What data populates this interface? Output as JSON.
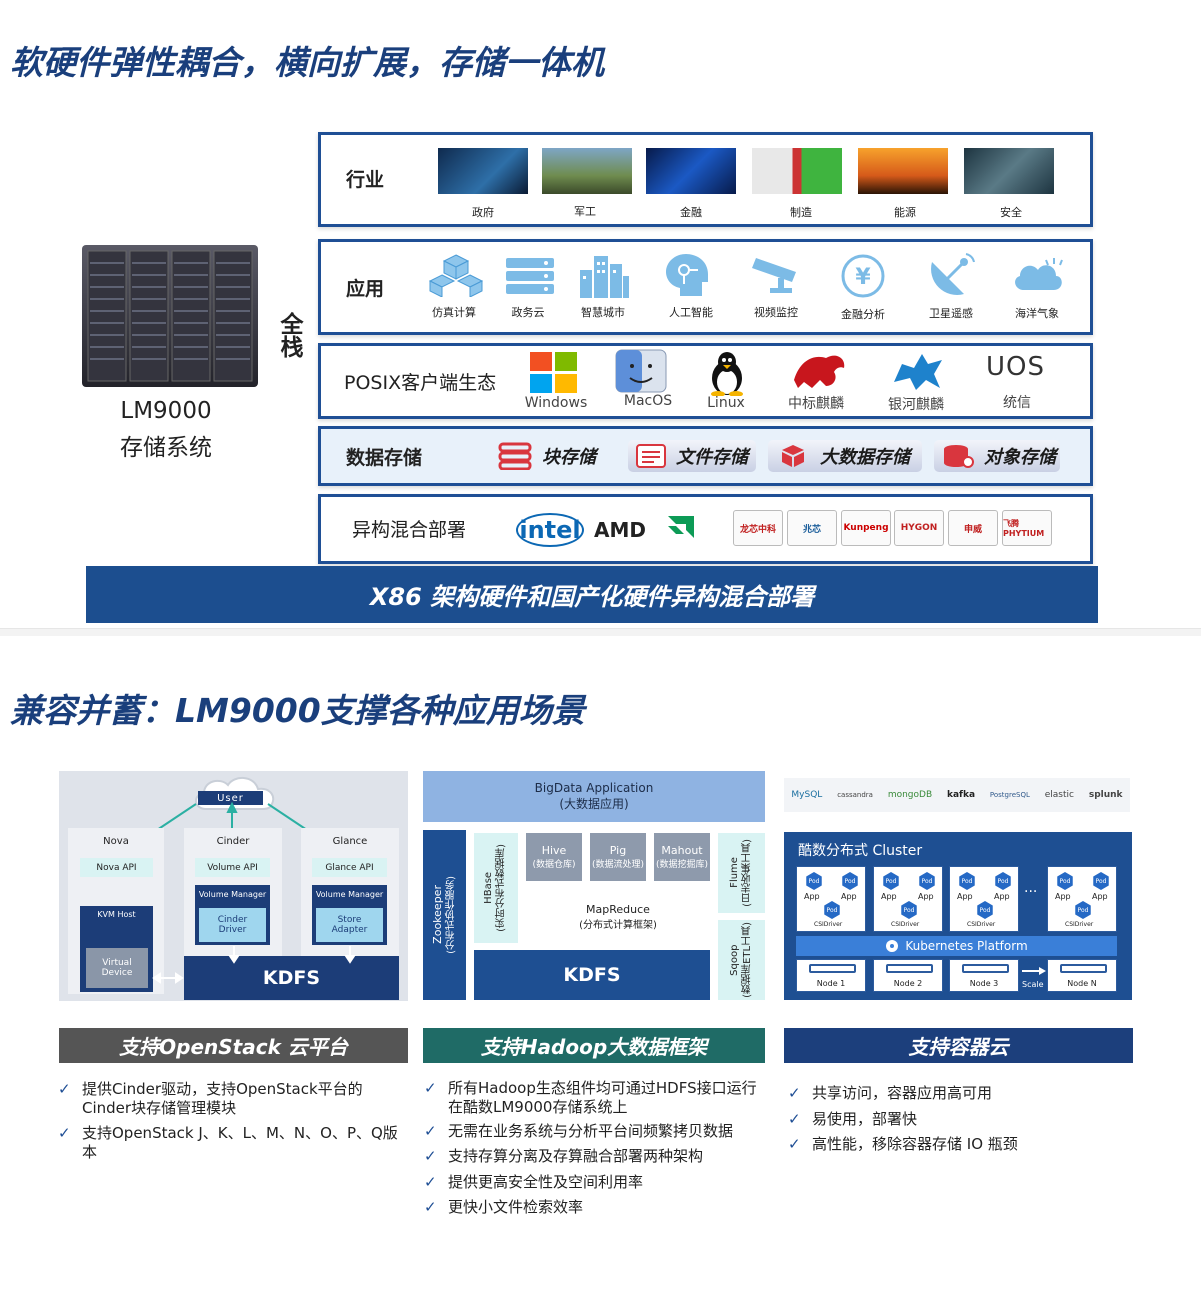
{
  "top": {
    "title": "软硬件弹性耦合，横向扩展，存储一体机",
    "server": {
      "name": "LM9000",
      "sub": "存储系统",
      "fullstack": "全栈"
    },
    "layers": {
      "industry": {
        "label": "行业",
        "items": [
          "政府",
          "军工",
          "金融",
          "制造",
          "能源",
          "安全"
        ]
      },
      "apps": {
        "label": "应用",
        "items": [
          "仿真计算",
          "政务云",
          "智慧城市",
          "人工智能",
          "视频监控",
          "金融分析",
          "卫星遥感",
          "海洋气象"
        ]
      },
      "posix": {
        "label": "POSIX客户端生态",
        "items": [
          "Windows",
          "MacOS",
          "Linux",
          "中标麒麟",
          "银河麒麟",
          "统信"
        ],
        "uos_logo": "UOS"
      },
      "storage": {
        "label": "数据存储",
        "items": [
          "块存储",
          "文件存储",
          "大数据存储",
          "对象存储"
        ]
      },
      "hetero": {
        "label": "异构混合部署",
        "intel": "intel",
        "amd": "AMD",
        "vendors": [
          "龙芯中科",
          "兆芯",
          "Kunpeng",
          "HYGON",
          "申威",
          "飞腾 PHYTIUM"
        ]
      }
    },
    "bottom_bar": "X86 架构硬件和国产化硬件异构混合部署"
  },
  "bottom": {
    "title": "兼容并蓄：LM9000支撑各种应用场景",
    "openstack": {
      "user": "User",
      "columns": [
        {
          "name": "Nova",
          "api": "Nova API",
          "sub": "KVM Host",
          "inner": "Virtual Device"
        },
        {
          "name": "Cinder",
          "api": "Volume API",
          "sub": "Volume Manager",
          "inner": "Cinder Driver"
        },
        {
          "name": "Glance",
          "api": "Glance API",
          "sub": "Volume Manager",
          "inner": "Store Adapter"
        }
      ],
      "kdfs": "KDFS",
      "banner": "支持OpenStack 云平台",
      "bullets": [
        "提供Cinder驱动，支持OpenStack平台的Cinder块存储管理模块",
        "支持OpenStack J、K、L、M、N、O、P、Q版本"
      ]
    },
    "hadoop": {
      "app": "BigData Application",
      "app_sub": "(大数据应用)",
      "zookeeper": "Zookeeper",
      "zookeeper_sub": "(分布式协作服务)",
      "hbase": "HBase",
      "hbase_sub": "(实时分布式数据库)",
      "tools": [
        {
          "name": "Hive",
          "sub": "(数据仓库)"
        },
        {
          "name": "Pig",
          "sub": "(数据流处理)"
        },
        {
          "name": "Mahout",
          "sub": "(数据挖掘库)"
        }
      ],
      "mapreduce": "MapReduce",
      "mapreduce_sub": "(分布式计算框架)",
      "flume": "Flume",
      "flume_sub": "(日志收集工具)",
      "sqoop": "Sqoop",
      "sqoop_sub": "(数据库ETL工具)",
      "kdfs": "KDFS",
      "banner": "支持Hadoop大数据框架",
      "bullets": [
        "所有Hadoop生态组件均可通过HDFS接口运行在酷数LM9000存储系统上",
        "无需在业务系统与分析平台间频繁拷贝数据",
        "支持存算分离及存算融合部署两种架构",
        "提供更高安全性及空间利用率",
        "更快小文件检索效率"
      ]
    },
    "container": {
      "logos": [
        "MySQL",
        "cassandra",
        "mongoDB",
        "kafka",
        "PostgreSQL",
        "elastic",
        "splunk"
      ],
      "cluster": "酷数分布式 Cluster",
      "pod": "Pod",
      "app": "App",
      "csi": "CSIDriver",
      "k8s": "Kubernetes Platform",
      "nodes": [
        "Node 1",
        "Node 2",
        "Node 3",
        "Node N"
      ],
      "scale": "Scale",
      "banner": "支持容器云",
      "bullets": [
        "共享访问，容器应用高可用",
        "易使用，部署快",
        "高性能，移除容器存储 IO 瓶颈"
      ]
    }
  }
}
